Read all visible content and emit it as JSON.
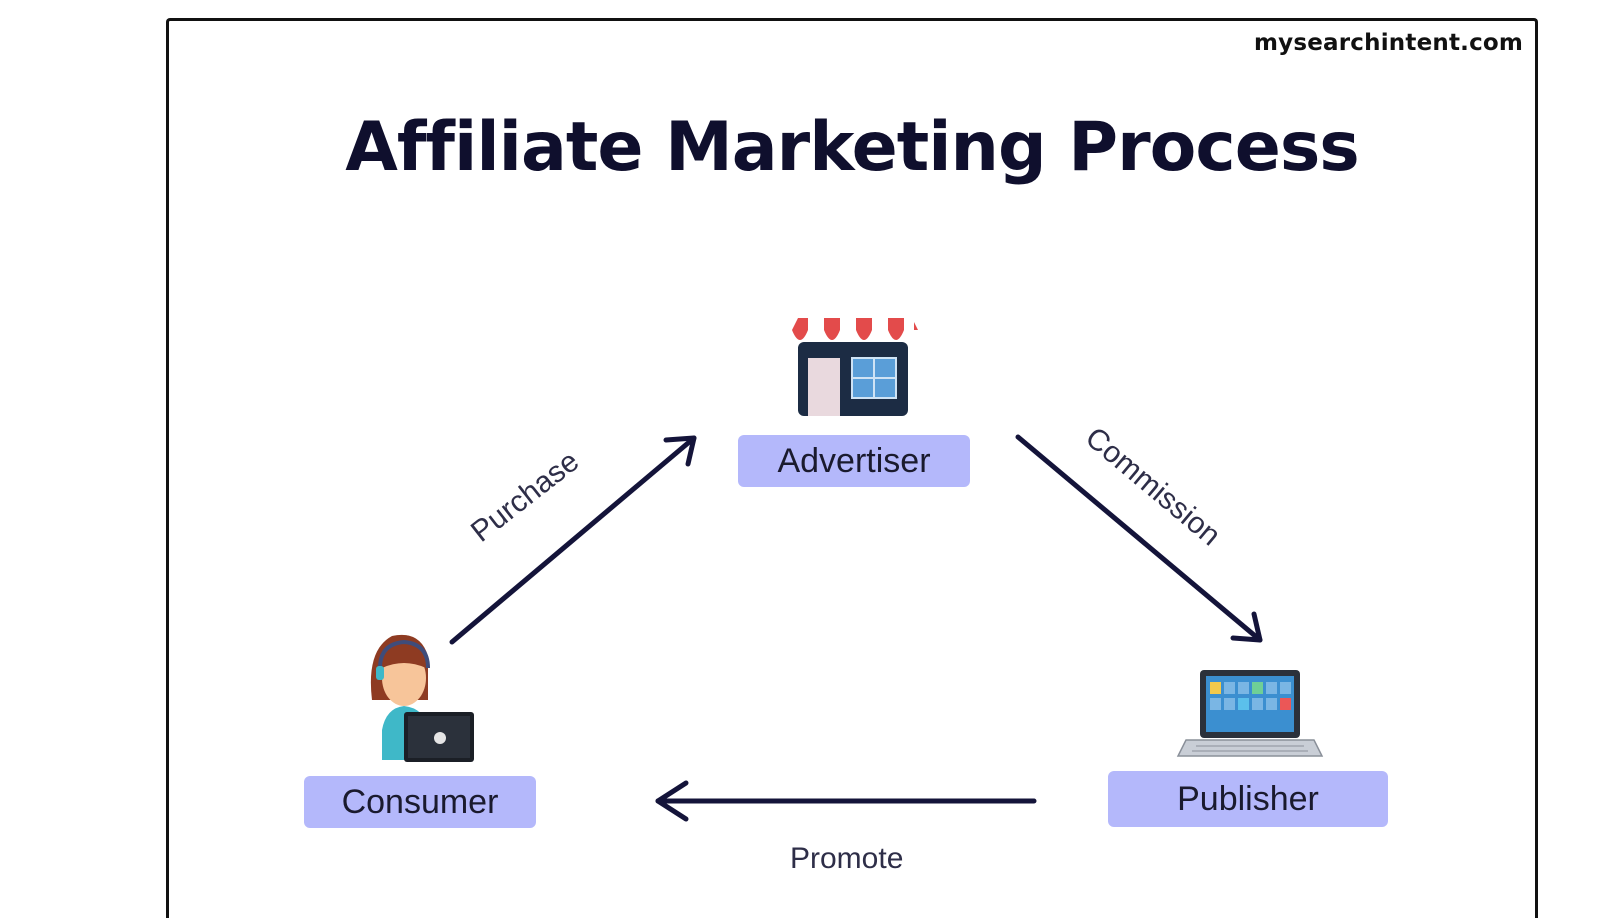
{
  "watermark": "mysearchintent.com",
  "title": "Affiliate Marketing Process",
  "nodes": {
    "advertiser": "Advertiser",
    "consumer": "Consumer",
    "publisher": "Publisher"
  },
  "edges": {
    "purchase": "Purchase",
    "commission": "Commission",
    "promote": "Promote"
  },
  "icons": {
    "advertiser": "storefront-icon",
    "consumer": "person-with-laptop-icon",
    "publisher": "laptop-icon"
  },
  "colors": {
    "label_bg": "#b4b8fb",
    "arrow": "#14143a",
    "title": "#0f0f2d"
  }
}
